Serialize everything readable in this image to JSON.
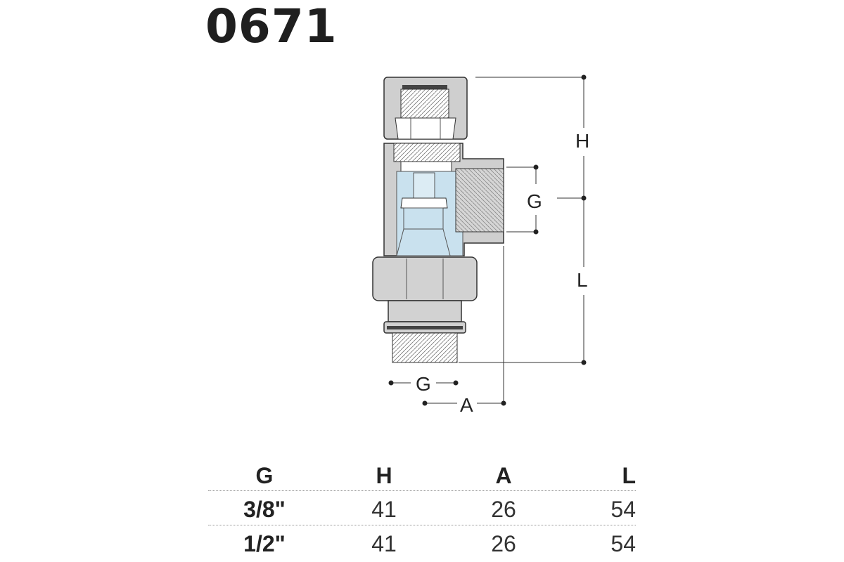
{
  "product_code": "0671",
  "dimension_labels": {
    "H": "H",
    "L": "L",
    "G_side": "G",
    "G_bottom": "G",
    "A": "A"
  },
  "table": {
    "headers": [
      "G",
      "H",
      "A",
      "L"
    ],
    "rows": [
      [
        "3/8\"",
        "41",
        "26",
        "54"
      ],
      [
        "1/2\"",
        "41",
        "26",
        "54"
      ]
    ]
  },
  "colors": {
    "body_grey": "#cfcfcf",
    "water_blue": "#c9e1ee",
    "outline": "#333333"
  }
}
